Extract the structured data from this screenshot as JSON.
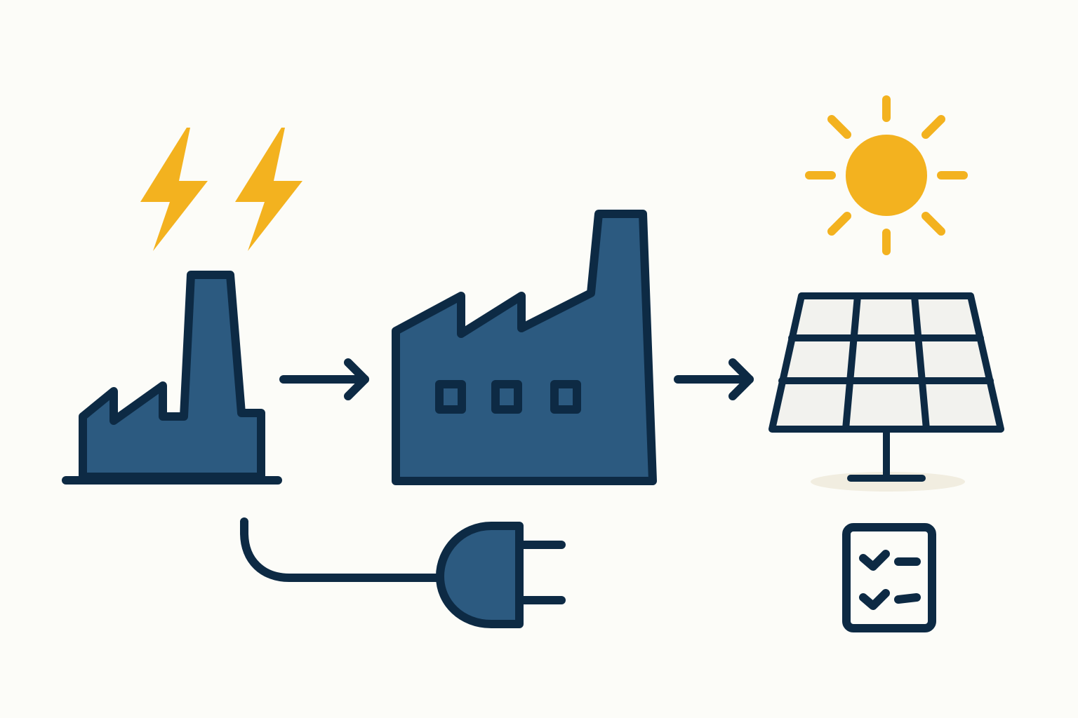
{
  "diagram": {
    "nodes": [
      {
        "id": "power-plant",
        "icon": "power-plant-icon"
      },
      {
        "id": "factory",
        "icon": "factory-icon"
      },
      {
        "id": "solar-panel",
        "icon": "solar-panel-icon"
      }
    ],
    "edges": [
      {
        "from": "power-plant",
        "to": "factory",
        "icon": "arrow-right-icon"
      },
      {
        "from": "factory",
        "to": "solar-panel",
        "icon": "arrow-right-icon"
      }
    ],
    "decorations": [
      {
        "near": "power-plant",
        "icon": "lightning-bolt-icon",
        "count": 2
      },
      {
        "near": "power-plant",
        "icon": "electric-plug-icon"
      },
      {
        "near": "solar-panel",
        "icon": "sun-icon"
      },
      {
        "near": "solar-panel",
        "icon": "checklist-icon"
      }
    ]
  },
  "colors": {
    "background": "#fcfcf8",
    "outline": "#0d2a44",
    "fill_blue": "#2c5a80",
    "accent_yellow": "#f3b21f",
    "panel_cell": "#f2f2ee",
    "shadow": "#f1ede0"
  }
}
